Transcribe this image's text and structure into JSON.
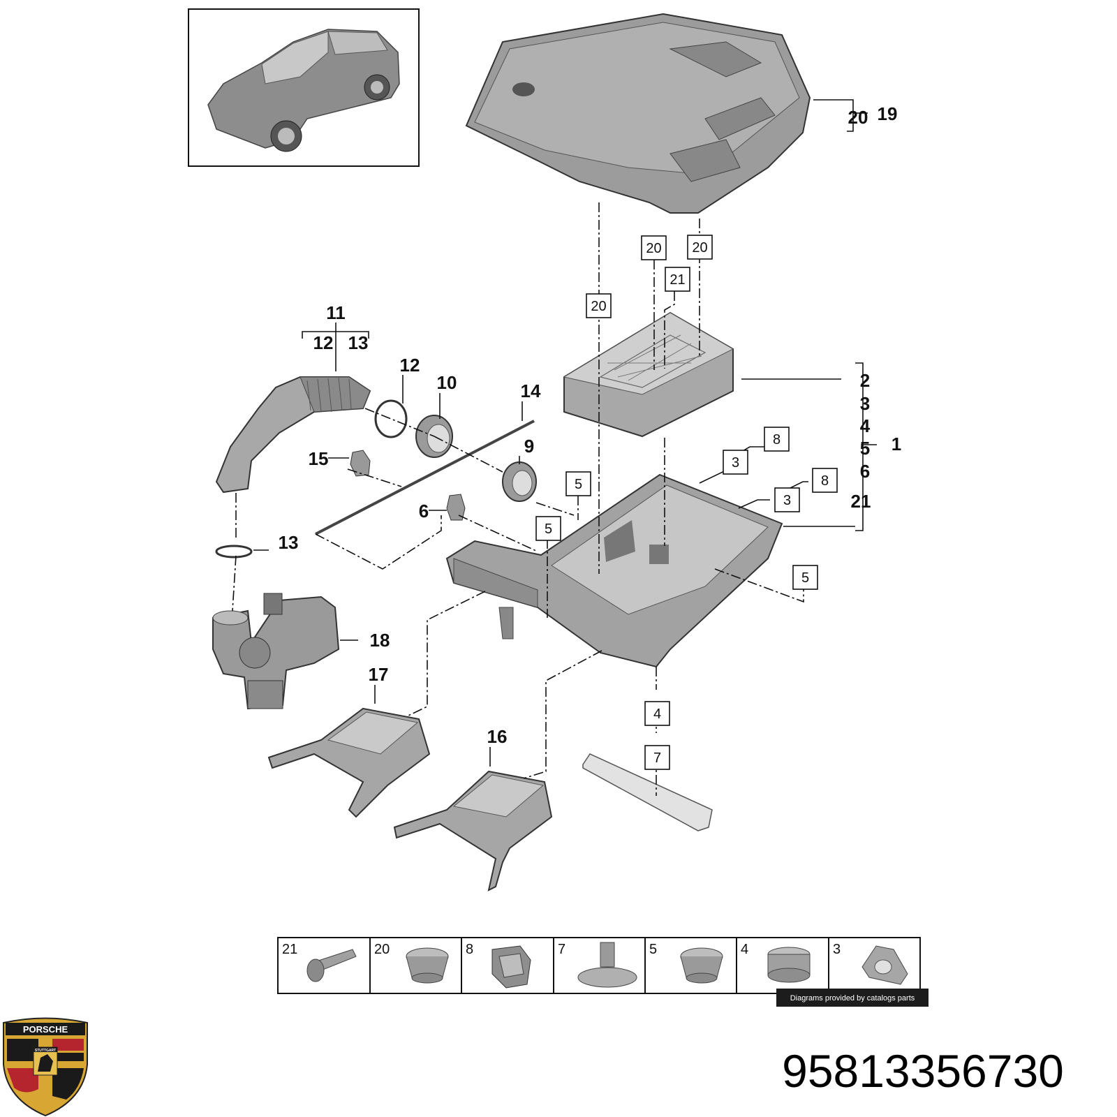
{
  "colors": {
    "part_fill": "#a9a9a9",
    "part_light": "#d2d2d2",
    "part_dark": "#7a7a7a",
    "line": "#111111",
    "credit_bg": "#1c1c1c",
    "crest_red": "#b5252d",
    "crest_gold": "#d8a733",
    "crest_black": "#1a1a1a"
  },
  "icons": [
    "vehicle-thumbnail",
    "engine-cover",
    "air-filter-element",
    "air-filter-housing",
    "intake-hose",
    "turbocharger",
    "heat-shield",
    "porsche-crest"
  ],
  "callouts": {
    "c19": "19",
    "c20_group": "20",
    "c11": "11",
    "c12_group": "12",
    "c13_group": "13",
    "c12": "12",
    "c10": "10",
    "c14": "14",
    "c9": "9",
    "c15": "15",
    "c6": "6",
    "c13": "13",
    "c18": "18",
    "c17": "17",
    "c16": "16",
    "c1": "1",
    "group1": [
      "2",
      "3",
      "4",
      "5",
      "6",
      "21"
    ]
  },
  "boxed_labels": {
    "b20_a": "20",
    "b20_b": "20",
    "b20_c": "20",
    "b21": "21",
    "b8_a": "8",
    "b3_a": "3",
    "b8_b": "8",
    "b3_b": "3",
    "b5_a": "5",
    "b5_b": "5",
    "b5_c": "5",
    "b4": "4",
    "b7": "7"
  },
  "fastener_strip": [
    {
      "num": "21",
      "icon": "bolt-icon"
    },
    {
      "num": "20",
      "icon": "grommet-icon"
    },
    {
      "num": "8",
      "icon": "clip-icon"
    },
    {
      "num": "7",
      "icon": "push-rivet-icon"
    },
    {
      "num": "5",
      "icon": "grommet-icon"
    },
    {
      "num": "4",
      "icon": "bushing-icon"
    },
    {
      "num": "3",
      "icon": "bracket-icon"
    }
  ],
  "credit": "Diagrams provided by catalogs parts",
  "part_number": "95813356730",
  "logo": {
    "top": "PORSCHE",
    "city": "STUTTGART"
  }
}
